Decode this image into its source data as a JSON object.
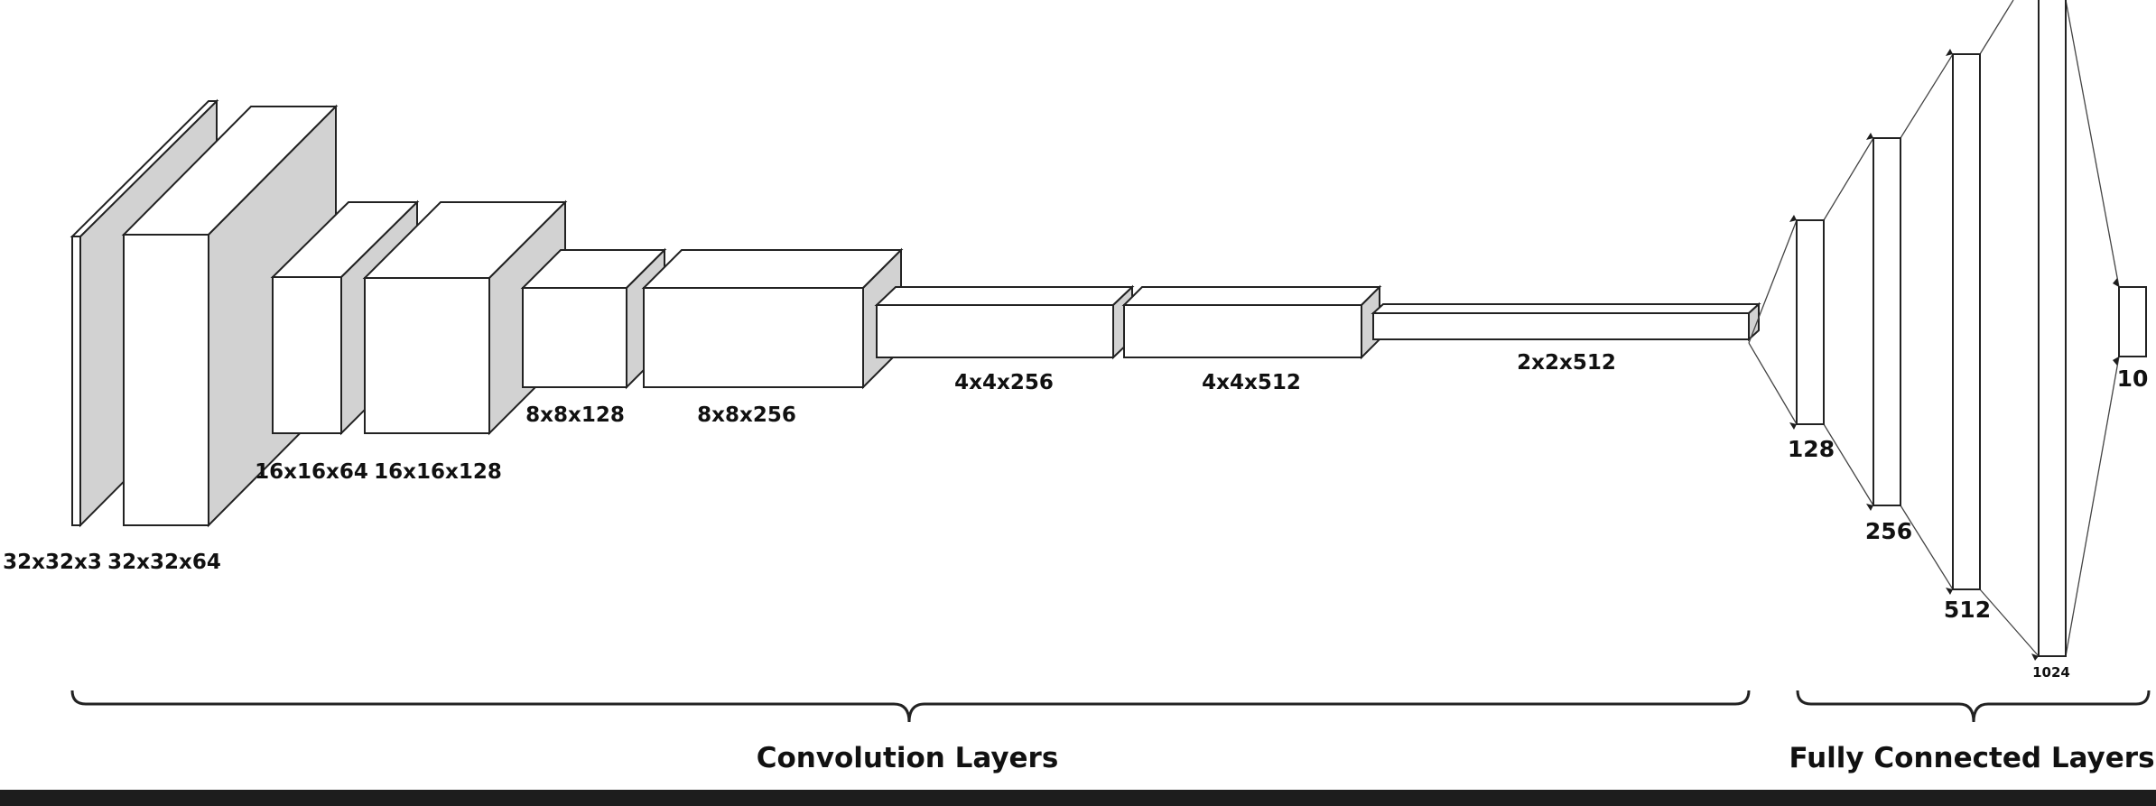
{
  "conv_layers": [
    {
      "label": "32x32x3"
    },
    {
      "label": "32x32x64"
    },
    {
      "label": "16x16x64"
    },
    {
      "label": "16x16x128"
    },
    {
      "label": "8x8x128"
    },
    {
      "label": "8x8x256"
    },
    {
      "label": "4x4x256"
    },
    {
      "label": "4x4x512"
    },
    {
      "label": "2x2x512"
    }
  ],
  "fc_layers": [
    {
      "label": "128"
    },
    {
      "label": "256"
    },
    {
      "label": "512"
    },
    {
      "label": "1024"
    },
    {
      "label": "10"
    }
  ],
  "groups": {
    "conv": "Convolution Layers",
    "fc": "Fully Connected Layers"
  },
  "colors": {
    "side_face": "#d2d2d2",
    "front_face": "#ffffff",
    "outline": "#222222",
    "bottom_bar": "#1d1d1d"
  }
}
